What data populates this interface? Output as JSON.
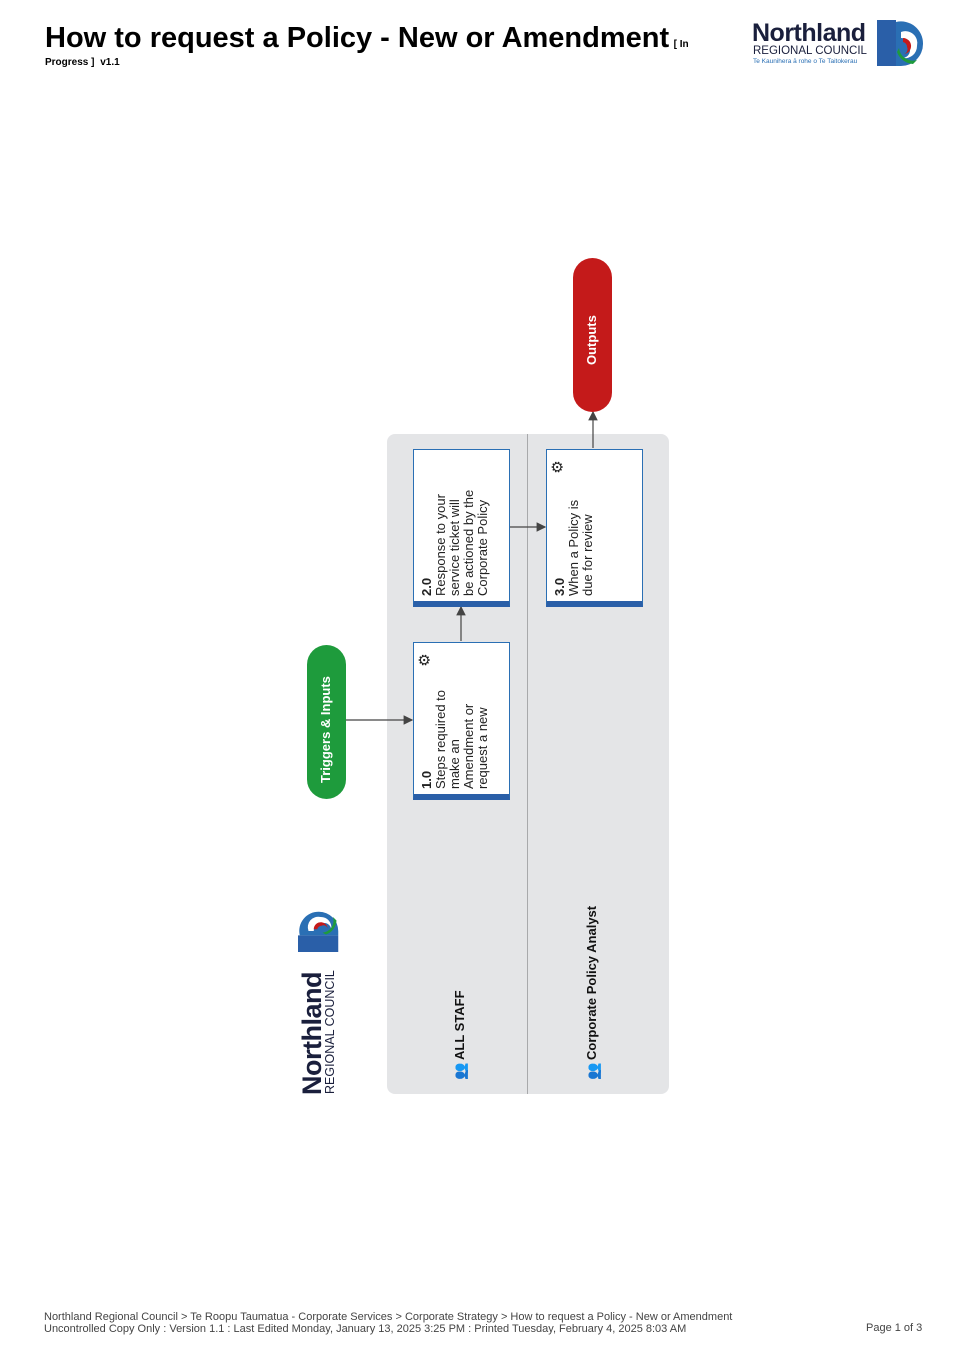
{
  "header": {
    "title": "How to request a Policy - New or Amendment",
    "status_open": "[ In",
    "status_close": "Progress ]",
    "version": "v1.1"
  },
  "brand": {
    "name": "Northland",
    "subtitle": "REGIONAL COUNCIL",
    "tagline": "Te Kaunihera ā rohe o Te Taitokerau"
  },
  "diagram": {
    "triggers_label": "Triggers & Inputs",
    "outputs_label": "Outputs",
    "lanes": [
      {
        "label": "ALL STAFF"
      },
      {
        "label": "Corporate Policy Analyst"
      }
    ],
    "activities": [
      {
        "number": "1.0",
        "lines": [
          "Steps required to",
          "make an",
          "Amendment or",
          "request a new"
        ]
      },
      {
        "number": "2.0",
        "lines": [
          "Response to your",
          "service ticket will",
          "be actioned by the",
          "Corporate Policy"
        ]
      },
      {
        "number": "3.0",
        "lines": [
          "When a Policy is",
          "due for review"
        ]
      }
    ]
  },
  "footer": {
    "line1": "Northland Regional Council > Te Roopu Taumatua - Corporate Services > Corporate Strategy > How to request a Policy - New or Amendment",
    "line2": "Uncontrolled Copy Only : Version 1.1 : Last Edited Monday, January 13, 2025 3:25 PM : Printed Tuesday, February 4, 2025 8:03 AM",
    "page": "Page 1 of 3"
  },
  "colors": {
    "brand_navy": "#1a1f3c",
    "brand_blue": "#2a6fb4",
    "trigger_green": "#1e9b3c",
    "output_red": "#c41a1a",
    "lane_bg": "#e4e5e7"
  }
}
